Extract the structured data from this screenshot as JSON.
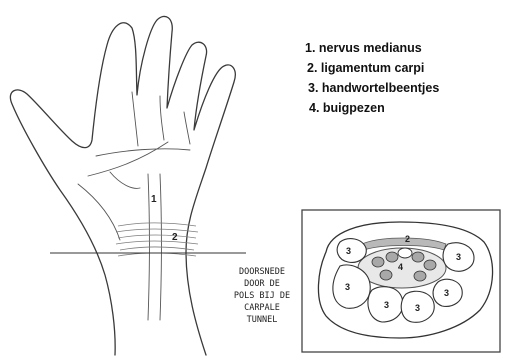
{
  "legend": {
    "items": [
      "1. nervus medianus",
      "2. ligamentum carpi",
      "3. handwortelbeentjes",
      "4. buigpezen"
    ]
  },
  "caption": {
    "lines": [
      "DOORSNEDE",
      "DOOR DE",
      "POLS BIJ DE",
      "CARPALE",
      "TUNNEL"
    ]
  },
  "hand_labels": {
    "nerve": "1",
    "ligament": "2"
  },
  "section_labels": {
    "ligament": "2",
    "bone": "3",
    "tendons": "4"
  },
  "colors": {
    "ink": "#3a3a3a",
    "ligament_band": "#b9b9b9",
    "bone_fill": "#ffffff",
    "tendon_fill": "#a8a8a8",
    "tunnel_fill": "#e8e8e8"
  }
}
